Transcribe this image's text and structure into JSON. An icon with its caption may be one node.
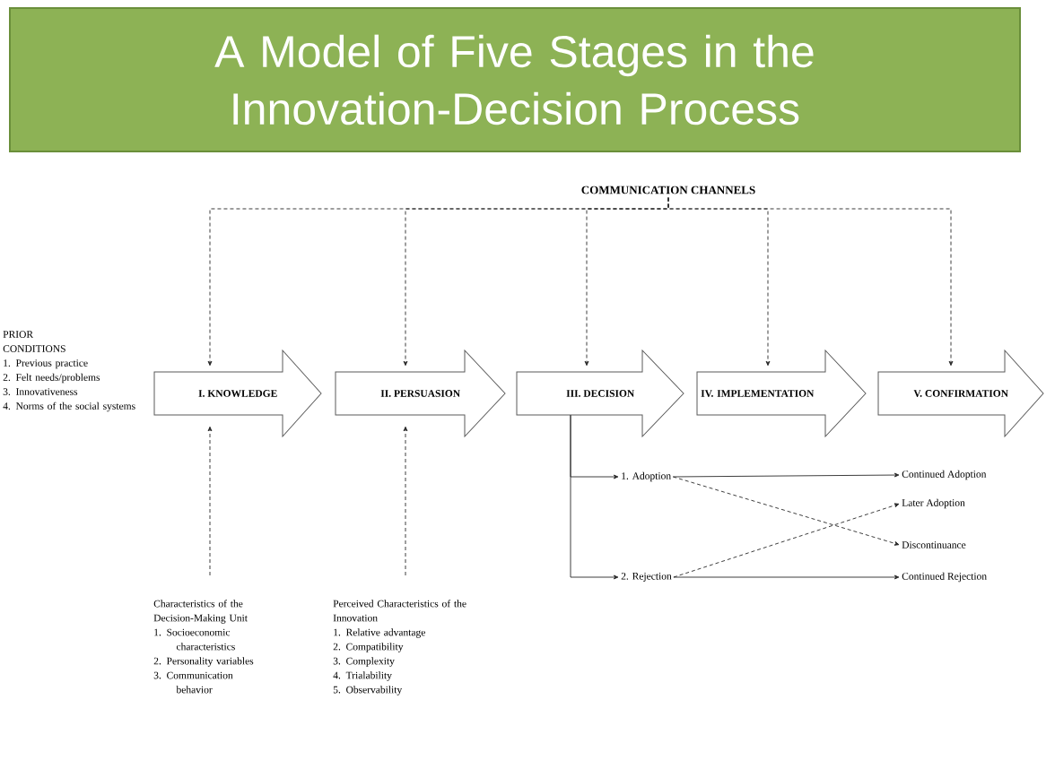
{
  "diagram": {
    "title": "A Model of Five Stages in the Innovation-Decision Process",
    "nodes": [
      {
        "text": [
          "COMMUNICATION CHANNELS"
        ]
      },
      {
        "text": [
          "I. KNOWLEDGE"
        ]
      },
      {
        "text": [
          "II. PERSUASION"
        ]
      },
      {
        "text": [
          "III. DECISION"
        ]
      },
      {
        "text": [
          "IV. IMPLEMENTATION"
        ]
      },
      {
        "text": [
          "V. CONFIRMATION"
        ]
      },
      {
        "text": [
          "Characteristics of the Decision-Making Unit",
          "1. Socioeconomic characteristics",
          "2. Personality variables",
          "3. Communication behavior"
        ]
      },
      {
        "text": [
          "Perceived Characteristics of the Innovation",
          "1. Relative advantage",
          "2. Compatibility",
          "3. Complexity",
          "4. Trialability",
          "5. Observability"
        ]
      },
      {
        "text": [
          "1. Adoption"
        ]
      },
      {
        "text": [
          "2. Rejection"
        ]
      },
      {
        "text": [
          "Continued Adoption"
        ]
      },
      {
        "text": [
          "Later Adoption"
        ]
      },
      {
        "text": [
          "Discontinuance"
        ]
      },
      {
        "text": [
          "Continued Rejection"
        ]
      }
    ],
    "edges": [
      {
        "from": 0,
        "to": 1,
        "arrow": "to",
        "style": "dashed"
      },
      {
        "from": 0,
        "to": 2,
        "arrow": "to",
        "style": "dashed"
      },
      {
        "from": 0,
        "to": 3,
        "arrow": "to",
        "style": "dashed"
      },
      {
        "from": 0,
        "to": 4,
        "arrow": "to",
        "style": "dashed"
      },
      {
        "from": 0,
        "to": 5,
        "arrow": "to",
        "style": "dashed"
      },
      {
        "from": 6,
        "to": 1,
        "arrow": "to",
        "style": "dashed"
      },
      {
        "from": 7,
        "to": 2,
        "arrow": "to",
        "style": "dashed"
      },
      {
        "from": 3,
        "to": 8,
        "arrow": "to"
      },
      {
        "from": 3,
        "to": 9,
        "arrow": "to"
      },
      {
        "from": 8,
        "to": 10,
        "arrow": "to"
      },
      {
        "from": 8,
        "to": 12,
        "arrow": "to",
        "style": "dashed"
      },
      {
        "from": 9,
        "to": 11,
        "arrow": "to",
        "style": "dashed"
      },
      {
        "from": 9,
        "to": 13,
        "arrow": "to"
      }
    ],
    "labels": [
      "PRIOR CONDITIONS",
      "1. Previous practice",
      "2. Felt needs/problems",
      "3. Innovativeness",
      "4. Norms of the social systems"
    ]
  }
}
